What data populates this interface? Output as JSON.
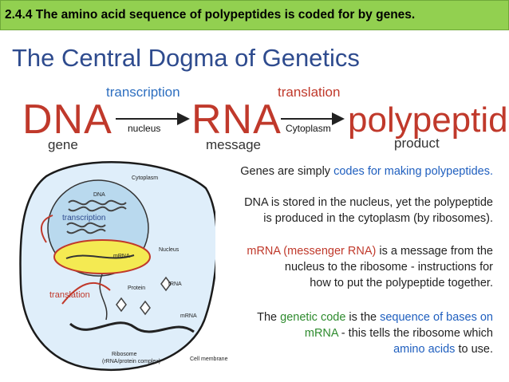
{
  "header": {
    "title": "2.4.4 The amino acid sequence of polypeptides is coded for by genes."
  },
  "main_title": "The Central Dogma of Genetics",
  "dogma": {
    "dna": "DNA",
    "dna_sub": "gene",
    "transcription": "transcription",
    "nucleus_arrow": "nucleus",
    "rna": "RNA",
    "rna_sub": "message",
    "translation": "translation",
    "cytoplasm_arrow": "Cytoplasm",
    "polypeptide": "polypeptide",
    "polypeptide_sub": "product"
  },
  "diagram": {
    "cytoplasm": "Cytoplasm",
    "dna": "DNA",
    "transcription": "transcription",
    "mrna_inner": "mRNA",
    "nucleus": "Nucleus",
    "protein": "Protein",
    "trna": "tRNA",
    "translation": "translation",
    "mrna": "mRNA",
    "ribosome": "Ribosome",
    "ribosome_sub": "(rRNA/protein complex)",
    "cell_membrane": "Cell membrane"
  },
  "paragraphs": {
    "p1_a": "Genes are simply ",
    "p1_b": "codes for making polypeptides.",
    "p2_l1": "DNA is stored in the nucleus, yet the polypeptide",
    "p2_l2": "is produced in the cytoplasm (by ribosomes).",
    "p3_a": "mRNA (messenger RNA)",
    "p3_b": " is a message from the",
    "p3_l2": "nucleus to the ribosome - instructions for",
    "p3_l3": "how to put the polypeptide together.",
    "p4_a": "The ",
    "p4_b": "genetic code",
    "p4_c": " is the ",
    "p4_d": "sequence of bases on",
    "p4_e": "mRNA",
    "p4_f": " - this tells the ribosome which",
    "p4_g": "amino acids",
    "p4_h": " to use."
  }
}
